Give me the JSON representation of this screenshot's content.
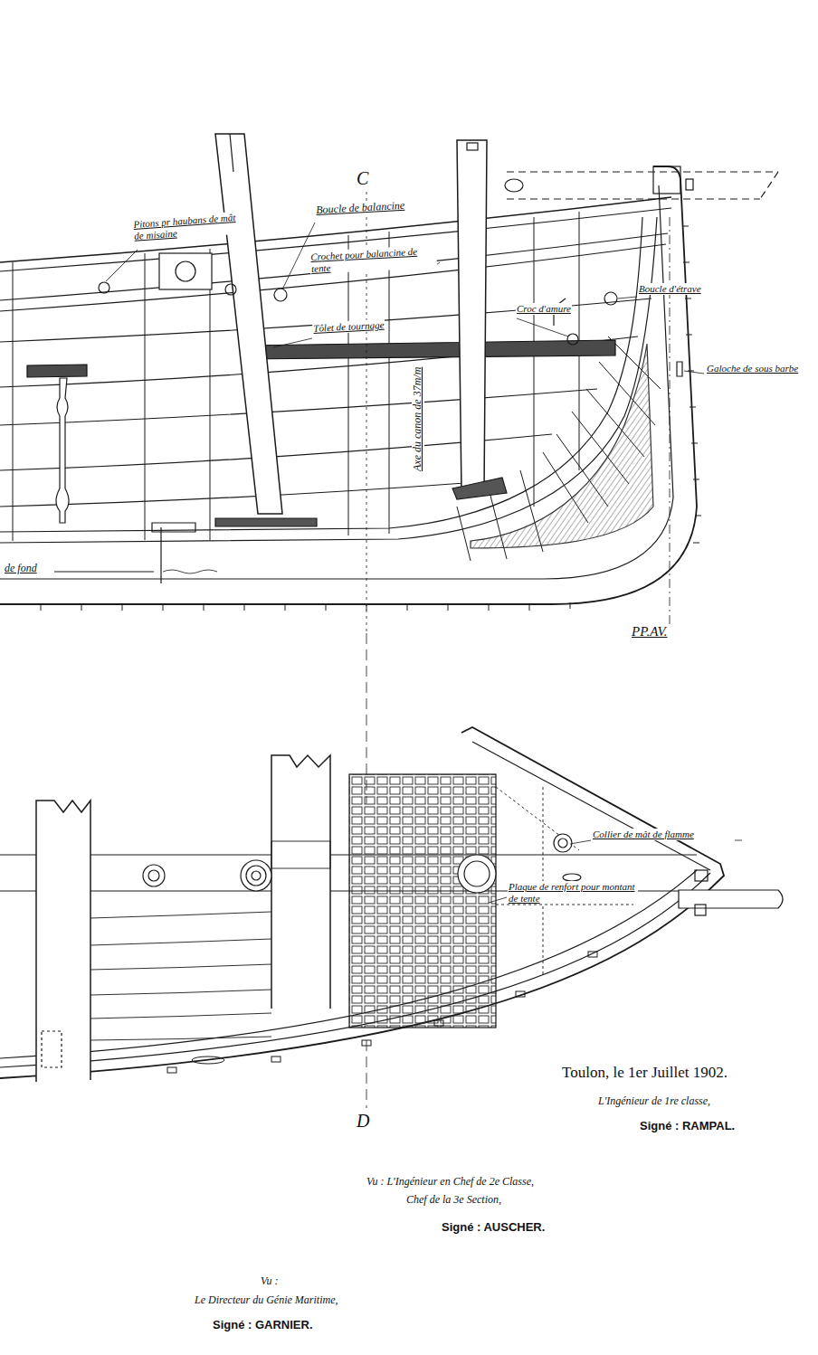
{
  "diagram": {
    "labels": [
      "C",
      "Pitons pr haubans de mât de misaine",
      "Boucle de balancine",
      "Crochet pour balancine de tente",
      "Tôlet de tournage",
      "Axe du canon de 37m/m",
      "Croc d'amure",
      "Boucle d'étrave",
      "Galoche de sous barbe",
      "de fond",
      "PP.AV.",
      "Collier de mât de flamme",
      "Plaque de renfort pour montant de tente",
      "D",
      "Toulon, le 1er Juillet 1902.",
      "L'Ingénieur de 1re classe,",
      "Signé : RAMPAL.",
      "Vu : L'Ingénieur en Chef de 2e Classe,",
      "Chef de la 3e Section,",
      "Signé : AUSCHER.",
      "Vu :",
      "Le Directeur du Génie Maritime,",
      "Signé : GARNIER."
    ]
  }
}
